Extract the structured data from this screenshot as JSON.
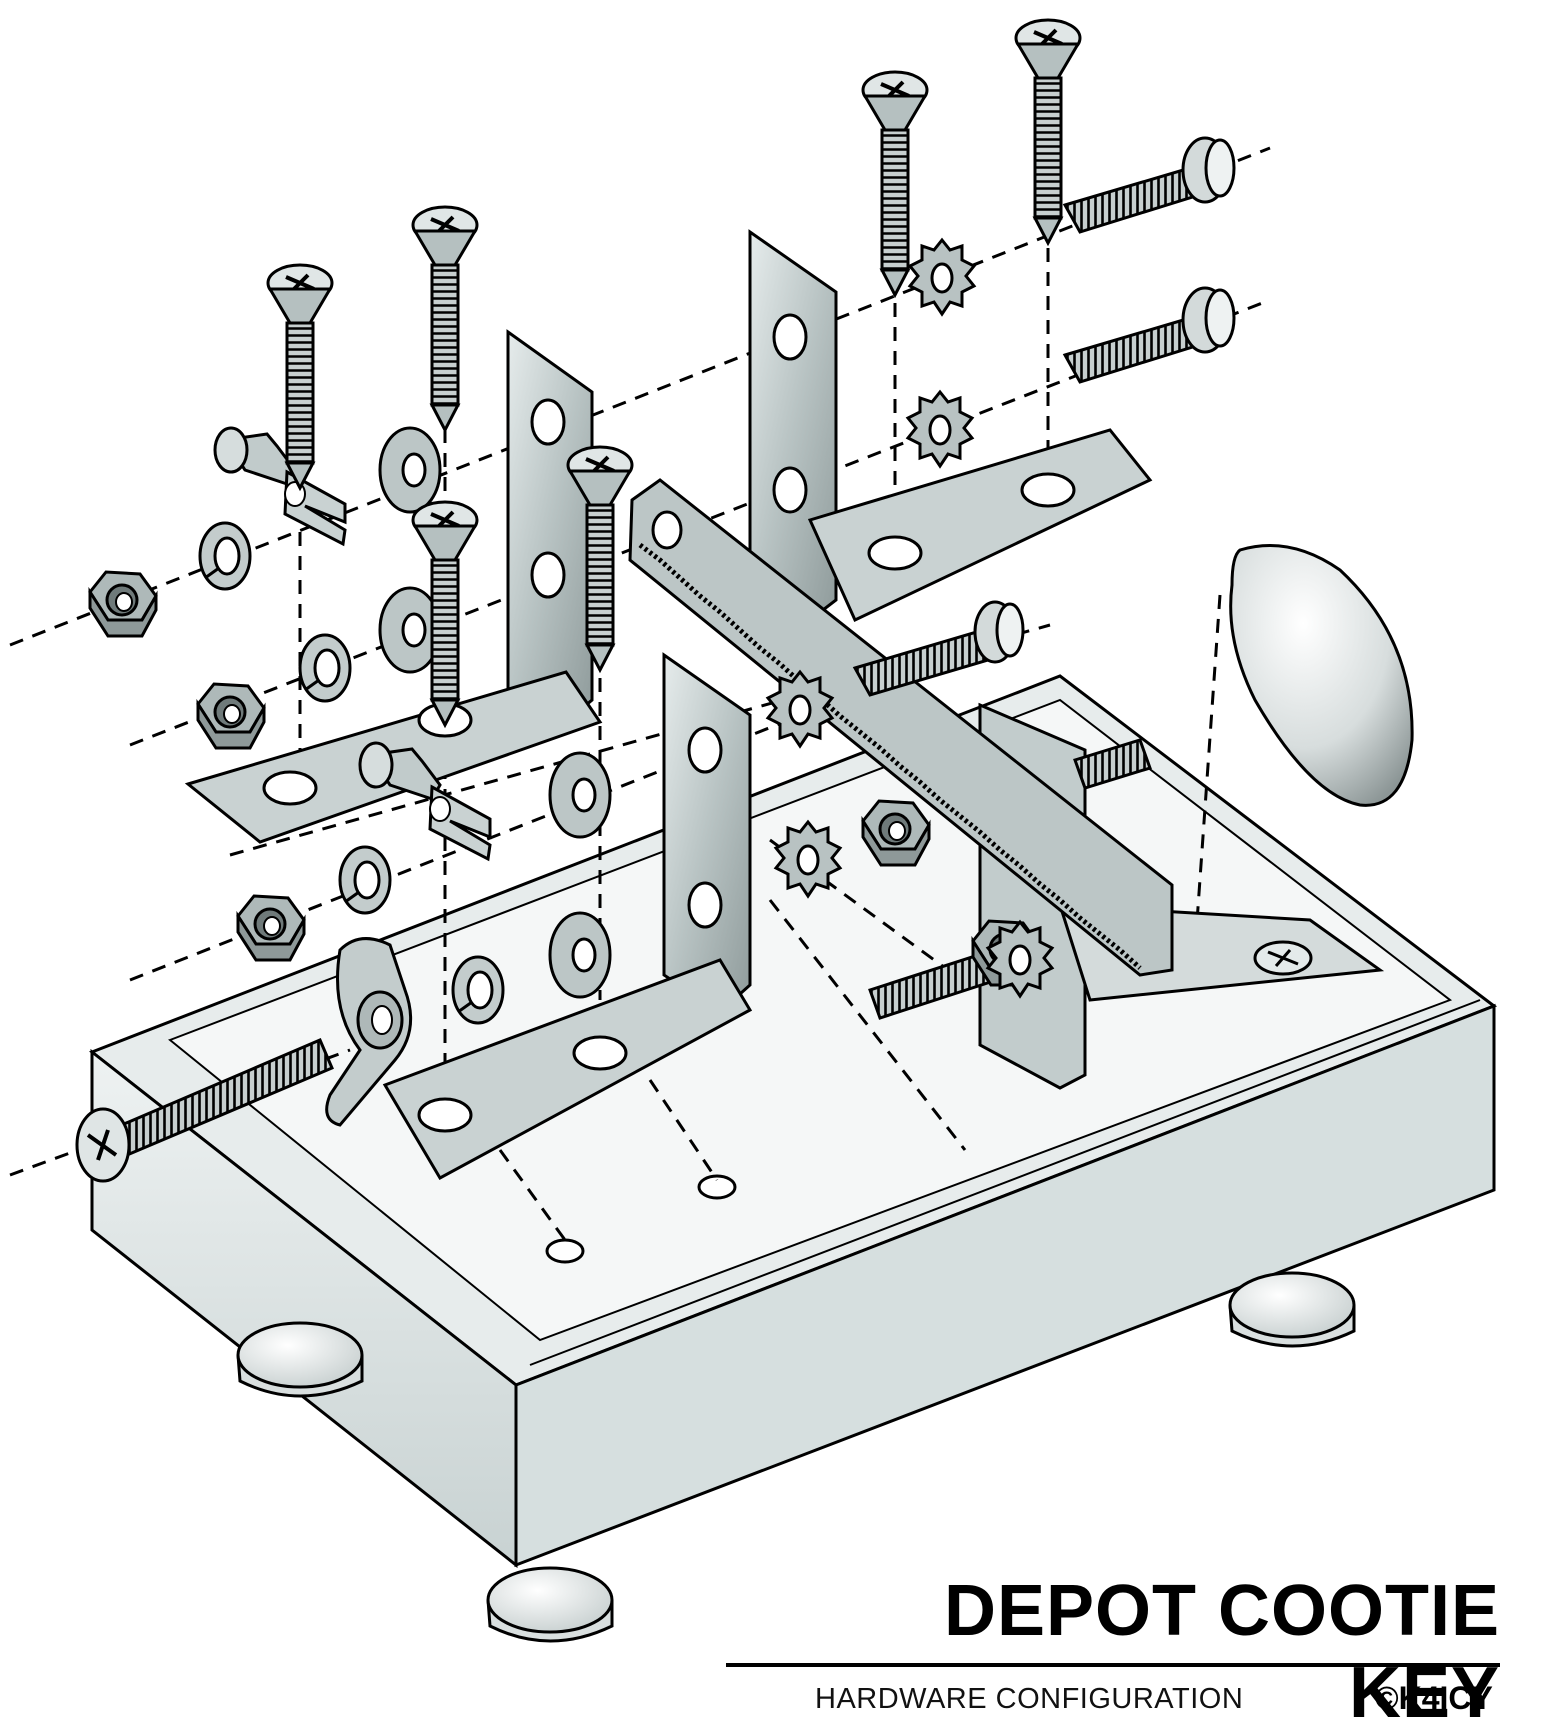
{
  "title": "DEPOT COOTIE KEY",
  "subtitle": "HARDWARE CONFIGURATION",
  "credit": "©K4ICY",
  "colors": {
    "metal": "#b9c4c4",
    "metal_light": "#e4eaea",
    "metal_dark": "#8e9a9a",
    "base_top": "#e8eded",
    "base_side": "#cfd8d8",
    "outline": "#000000"
  },
  "icons": [
    "wood-screw-icon",
    "machine-screw-icon",
    "hex-nut-icon",
    "lock-washer-icon",
    "flat-washer-icon",
    "star-washer-icon",
    "wing-nut-icon",
    "spade-terminal-icon",
    "rubber-foot-icon",
    "knob-paddle-icon",
    "l-bracket-icon",
    "hacksaw-blade-lever-icon"
  ]
}
